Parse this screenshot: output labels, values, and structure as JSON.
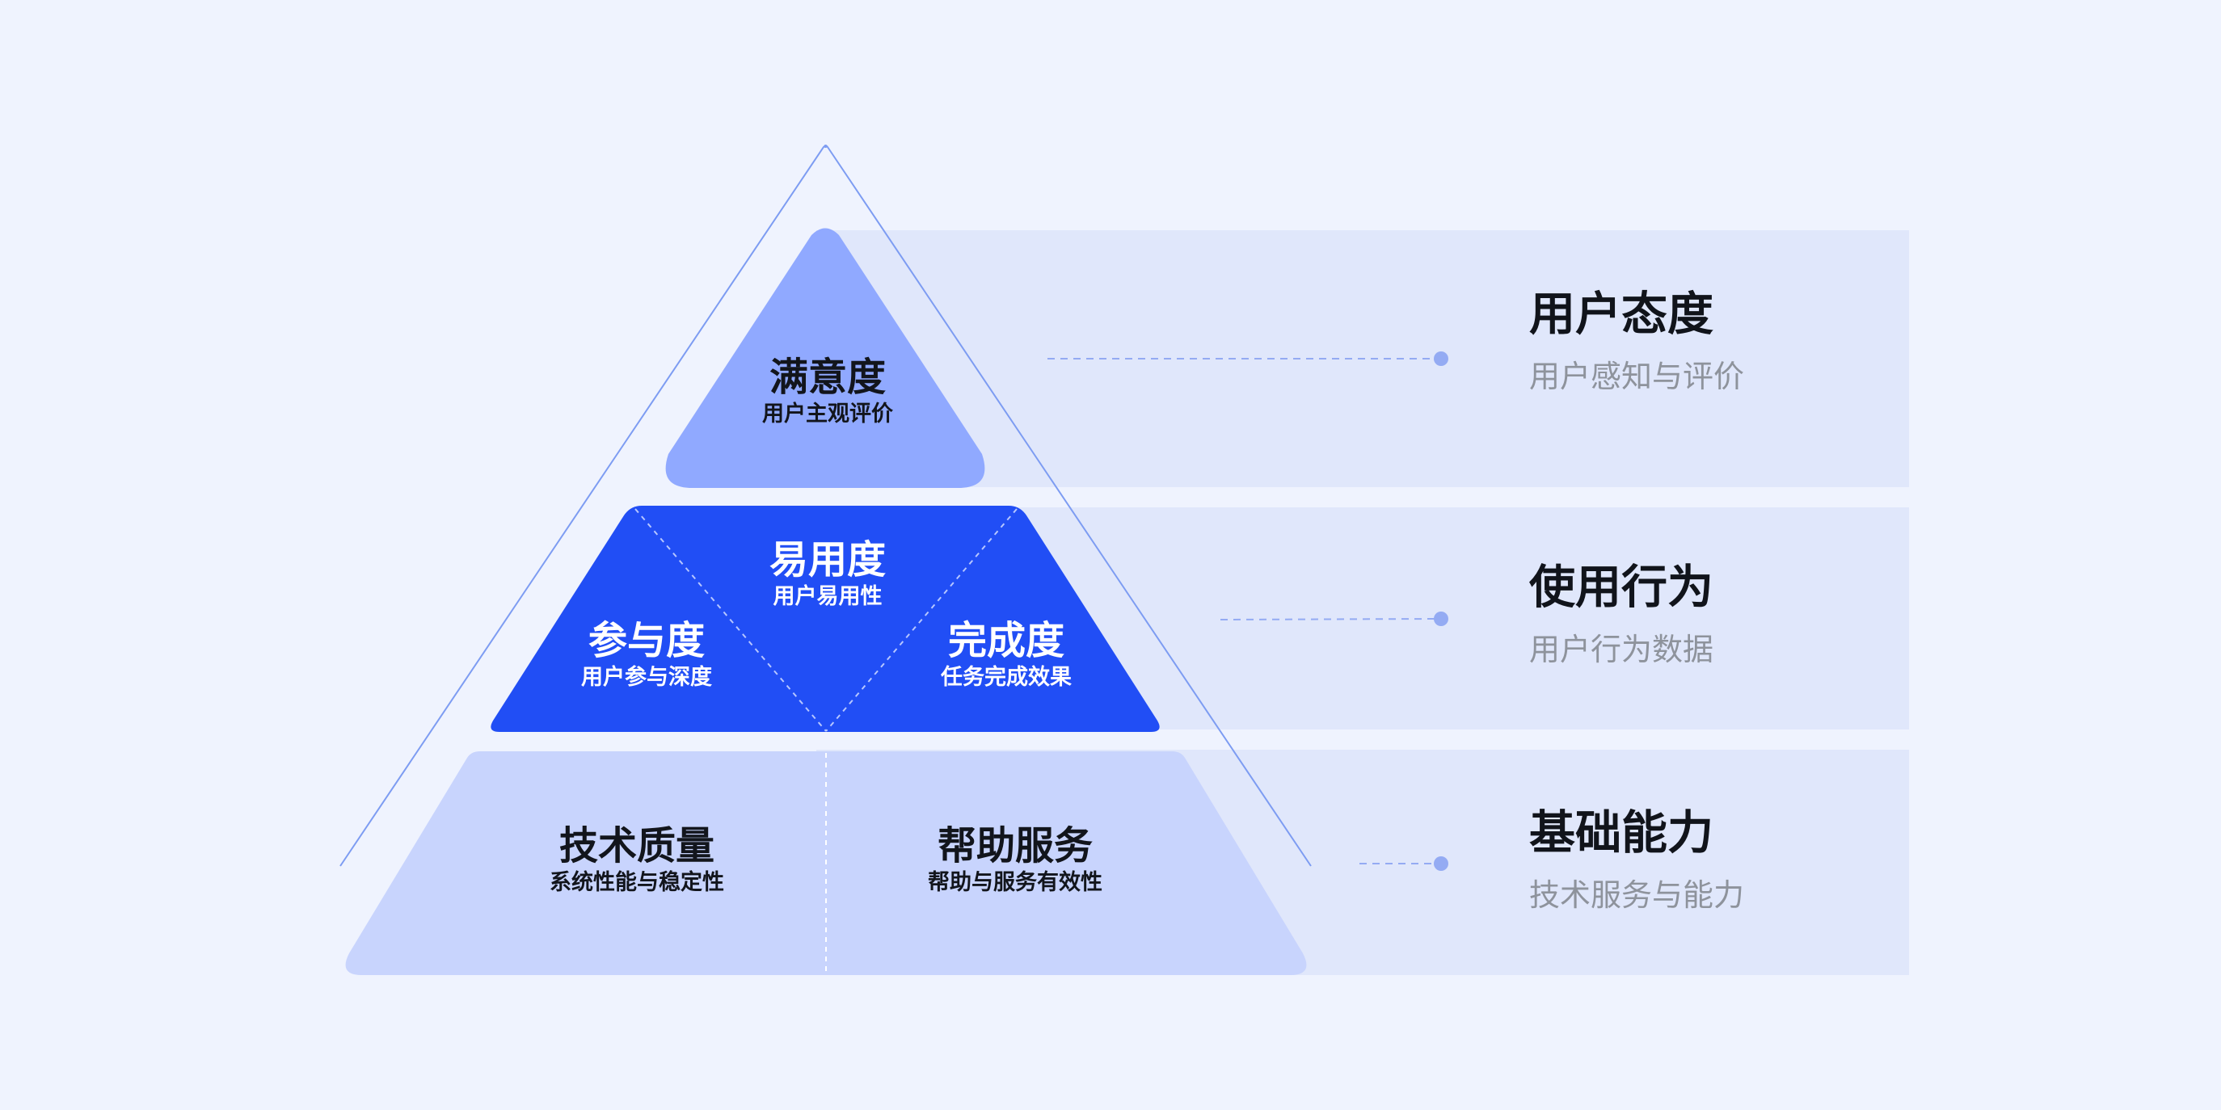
{
  "pyramid": {
    "top": {
      "title": "满意度",
      "subtitle": "用户主观评价"
    },
    "middle": {
      "center": {
        "title": "易用度",
        "subtitle": "用户易用性"
      },
      "left": {
        "title": "参与度",
        "subtitle": "用户参与深度"
      },
      "right": {
        "title": "完成度",
        "subtitle": "任务完成效果"
      }
    },
    "bottom": {
      "left": {
        "title": "技术质量",
        "subtitle": "系统性能与稳定性"
      },
      "right": {
        "title": "帮助服务",
        "subtitle": "帮助与服务有效性"
      }
    }
  },
  "categories": [
    {
      "title": "用户态度",
      "subtitle": "用户感知与评价"
    },
    {
      "title": "使用行为",
      "subtitle": "用户行为数据"
    },
    {
      "title": "基础能力",
      "subtitle": "技术服务与能力"
    }
  ],
  "colors": {
    "background": "#eff3fe",
    "band": "#e0e7fb",
    "top_tier": "#90a9ff",
    "middle_tier": "#214ef5",
    "bottom_tier": "#c8d4fd",
    "outline": "#7d9cf2",
    "connector_dot": "#94abf3"
  }
}
